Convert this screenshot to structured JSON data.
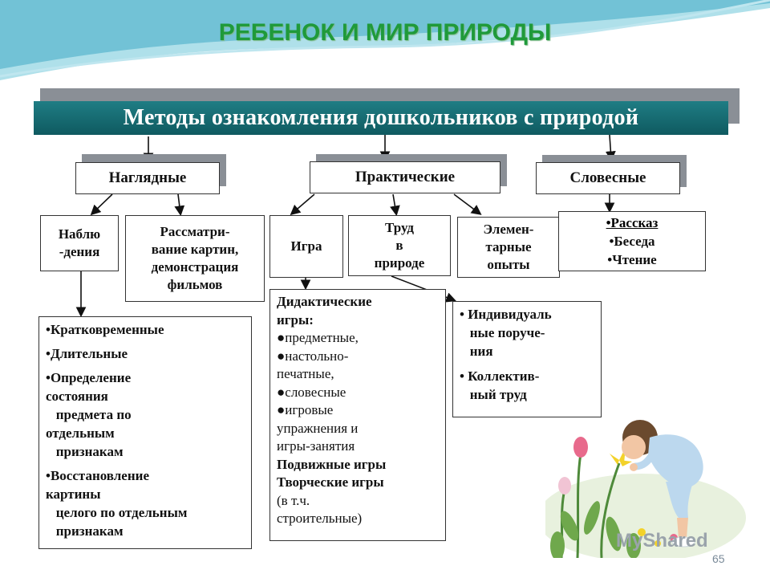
{
  "title": "РЕБЕНОК И МИР ПРИРОДЫ",
  "banner": "Методы ознакомления дошкольников с природой",
  "categories": {
    "visual": "Наглядные",
    "practical": "Практические",
    "verbal": "Словесные"
  },
  "visual_children": {
    "observation": [
      "Наблю",
      "-дения"
    ],
    "viewing": [
      "Рассматри-",
      "вание картин,",
      "демонстрация",
      "фильмов"
    ]
  },
  "practical_children": {
    "game": "Игра",
    "labor": [
      "Труд",
      "в",
      "природе"
    ],
    "experiments": [
      "Элемен-",
      "тарные",
      "опыты"
    ]
  },
  "verbal_items": [
    "•Рассказ",
    "•Беседа",
    "•Чтение"
  ],
  "observation_types": [
    "•Кратковременные",
    "•Длительные",
    "•Определение\nсостояния\n   предмета по\nотдельным\n   признакам",
    "•Восстановление\nкартины\n   целого по отдельным\n   признакам"
  ],
  "games": {
    "didactic_title": "Дидактические\nигры:",
    "didactic_items": [
      "●предметные,",
      "●настольно-\nпечатные,",
      "●словесные",
      "●игровые\nупражнения и\nигры-занятия"
    ],
    "mobile": "Подвижные игры",
    "creative": "Творческие игры",
    "note": "(в т.ч.\nстроительные)"
  },
  "labor_types": [
    "• Индивидуаль\n   ные поруче-\n   ния",
    "• Коллектив-\n   ный труд"
  ],
  "watermark": "MyShared",
  "page_number": "65"
}
